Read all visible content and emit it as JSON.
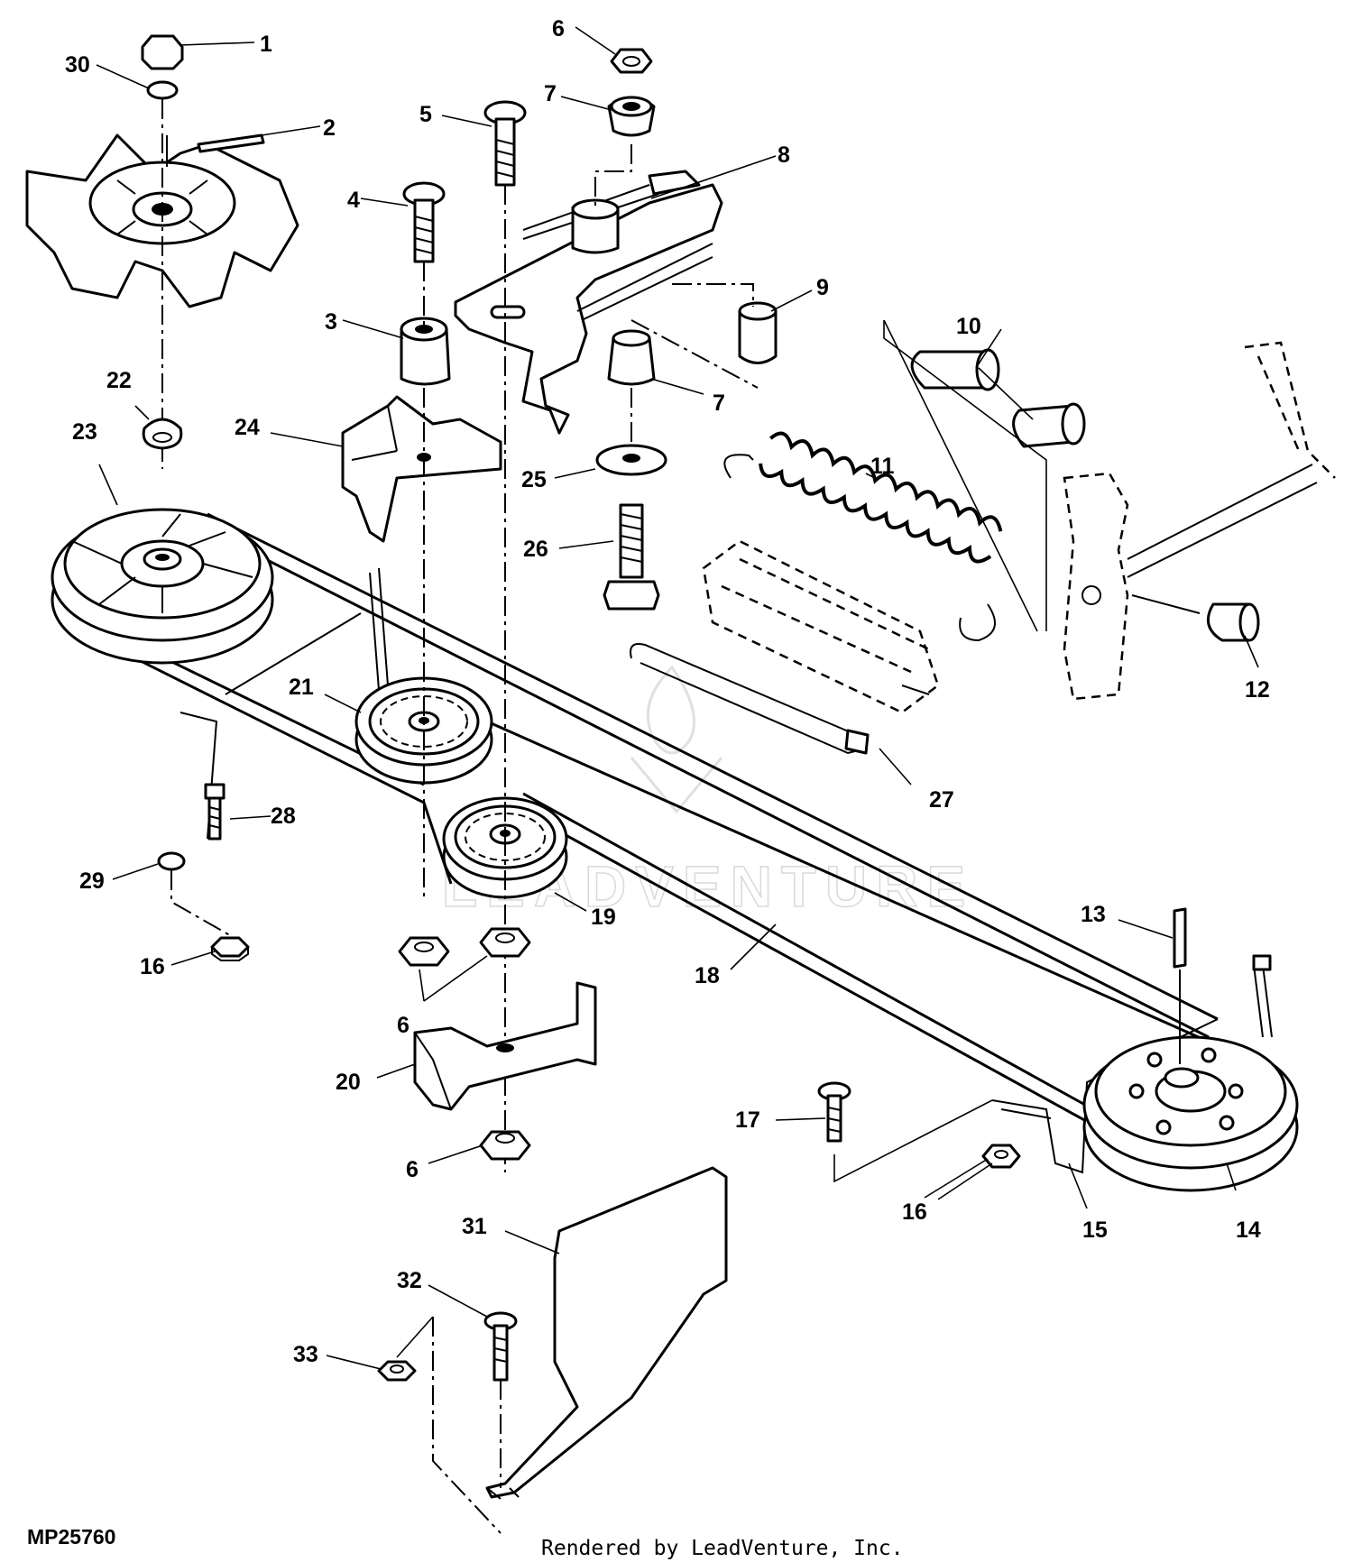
{
  "figure_id": "MP25760",
  "credit": "Rendered by LeadVenture, Inc.",
  "watermark": "LEADVENTURE",
  "callouts": [
    {
      "id": "c1",
      "label": "1"
    },
    {
      "id": "c2",
      "label": "2"
    },
    {
      "id": "c3",
      "label": "3"
    },
    {
      "id": "c4",
      "label": "4"
    },
    {
      "id": "c5",
      "label": "5"
    },
    {
      "id": "c6a",
      "label": "6"
    },
    {
      "id": "c6b",
      "label": "6"
    },
    {
      "id": "c6c",
      "label": "6"
    },
    {
      "id": "c7a",
      "label": "7"
    },
    {
      "id": "c7b",
      "label": "7"
    },
    {
      "id": "c8",
      "label": "8"
    },
    {
      "id": "c9",
      "label": "9"
    },
    {
      "id": "c10",
      "label": "10"
    },
    {
      "id": "c11",
      "label": "11"
    },
    {
      "id": "c12",
      "label": "12"
    },
    {
      "id": "c13",
      "label": "13"
    },
    {
      "id": "c14",
      "label": "14"
    },
    {
      "id": "c15",
      "label": "15"
    },
    {
      "id": "c16a",
      "label": "16"
    },
    {
      "id": "c16b",
      "label": "16"
    },
    {
      "id": "c17",
      "label": "17"
    },
    {
      "id": "c18",
      "label": "18"
    },
    {
      "id": "c19",
      "label": "19"
    },
    {
      "id": "c20",
      "label": "20"
    },
    {
      "id": "c21",
      "label": "21"
    },
    {
      "id": "c22",
      "label": "22"
    },
    {
      "id": "c23",
      "label": "23"
    },
    {
      "id": "c24",
      "label": "24"
    },
    {
      "id": "c25",
      "label": "25"
    },
    {
      "id": "c26",
      "label": "26"
    },
    {
      "id": "c27",
      "label": "27"
    },
    {
      "id": "c28",
      "label": "28"
    },
    {
      "id": "c29",
      "label": "29"
    },
    {
      "id": "c30",
      "label": "30"
    },
    {
      "id": "c31",
      "label": "31"
    },
    {
      "id": "c32",
      "label": "32"
    },
    {
      "id": "c33",
      "label": "33"
    }
  ]
}
